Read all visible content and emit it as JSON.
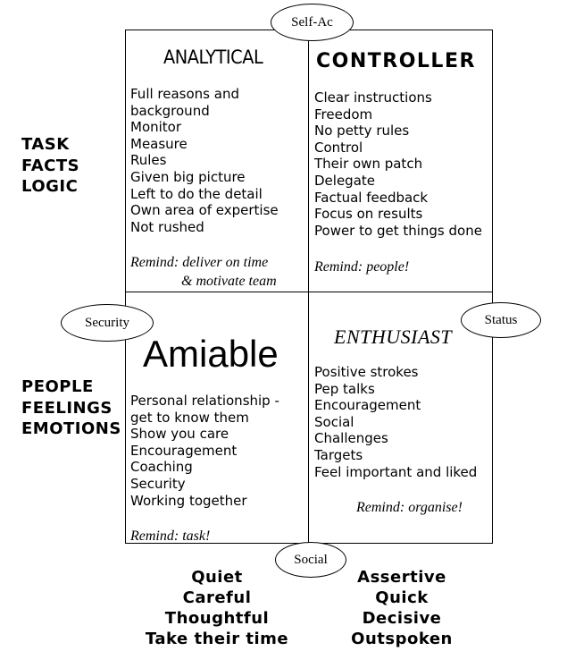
{
  "quadrants": {
    "analytical": {
      "title": "ANALYTICAL",
      "items": [
        "Full reasons and",
        "background",
        "Monitor",
        "Measure",
        "Rules",
        "Given big picture",
        "Left to do the detail",
        "Own area of expertise",
        "Not rushed"
      ],
      "remind_line1": "Remind: deliver on time",
      "remind_line2": "& motivate team"
    },
    "controller": {
      "title": "CONTROLLER",
      "items": [
        "Clear instructions",
        "Freedom",
        "No petty rules",
        "Control",
        "Their own patch",
        "Delegate",
        "Factual feedback",
        "Focus on results",
        "Power to get things done"
      ],
      "remind": "Remind: people!"
    },
    "amiable": {
      "title": "Amiable",
      "items": [
        "Personal relationship -",
        "get to know them",
        "Show you care",
        "Encouragement",
        "Coaching",
        "Security",
        "Working together"
      ],
      "remind": "Remind: task!"
    },
    "enthusiast": {
      "title": "ENTHUSIAST",
      "items": [
        "Positive strokes",
        "Pep talks",
        "Encouragement",
        "Social",
        "Challenges",
        "Targets",
        "Feel important and liked"
      ],
      "remind": "Remind: organise!"
    }
  },
  "ovals": {
    "top": "Self-Ac",
    "left": "Security",
    "right": "Status",
    "bottom": "Social"
  },
  "side_labels": {
    "task": [
      "TASK",
      "FACTS",
      "LOGIC"
    ],
    "people": [
      "PEOPLE",
      "FEELINGS",
      "EMOTIONS"
    ]
  },
  "bottom_labels": {
    "left": [
      "Quiet",
      "Careful",
      "Thoughtful",
      "Take their time"
    ],
    "right": [
      "Assertive",
      "Quick",
      "Decisive",
      "Outspoken"
    ]
  }
}
